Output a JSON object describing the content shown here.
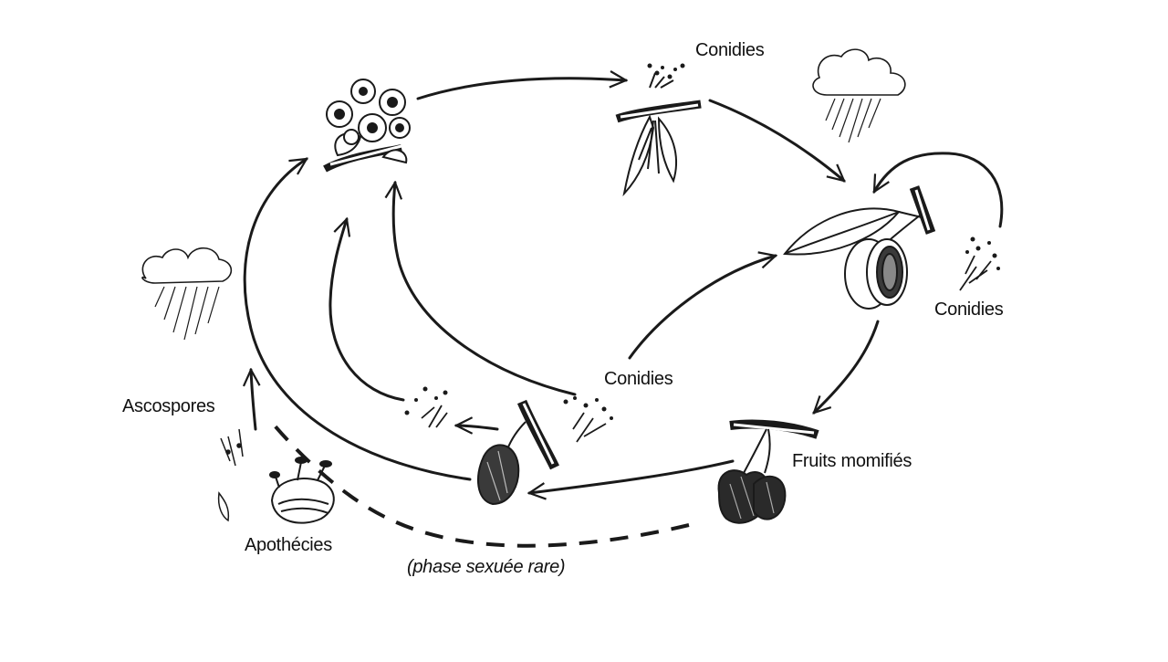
{
  "diagram": {
    "labels": {
      "conidies_top": "Conidies",
      "conidies_right": "Conidies",
      "conidies_center": "Conidies",
      "ascospores": "Ascospores",
      "apothecies": "Apothécies",
      "fruits_momifies": "Fruits momifiés",
      "phase_sexuee": "(phase sexuée rare)"
    },
    "colors": {
      "ink": "#1a1a1a",
      "background": "#ffffff"
    },
    "icons": [
      "flower-cluster-icon",
      "infected-blossom-icon",
      "leaf-and-fruit-icon",
      "rain-cloud-icon",
      "mummified-fruits-icon",
      "mummified-hanging-fruit-icon",
      "apothecia-icon",
      "conidiophore-icon",
      "ascospore-icon"
    ]
  }
}
